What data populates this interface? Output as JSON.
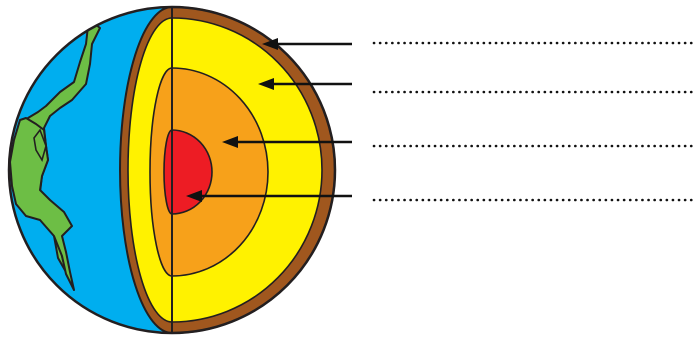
{
  "diagram": {
    "colors": {
      "ocean": "#00AEEF",
      "land": "#6DBE45",
      "crust": "#A0571E",
      "mantle": "#FFF200",
      "outer_core": "#F7A11A",
      "inner_core": "#ED1C24",
      "outline": "#231F20"
    },
    "layers": [
      "crust",
      "mantle",
      "outer-core",
      "inner-core"
    ],
    "label_blanks": 4
  }
}
